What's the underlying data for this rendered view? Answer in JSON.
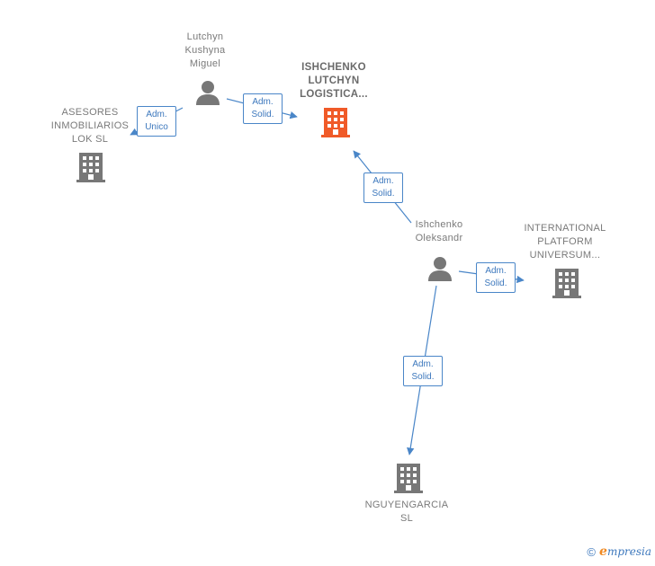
{
  "diagram": {
    "nodes": [
      {
        "id": "lutchyn",
        "type": "person",
        "label": "Lutchyn\nKushyna\nMiguel",
        "color": "#777777"
      },
      {
        "id": "ishchenko_lutchyn",
        "type": "company",
        "label": "ISHCHENKO\nLUTCHYN\nLOGISTICA...",
        "color": "#f05a28",
        "focus": true
      },
      {
        "id": "asesores",
        "type": "company",
        "label": "ASESORES\nINMOBILIARIOS\nLOK SL",
        "color": "#777777"
      },
      {
        "id": "oleksandr",
        "type": "person",
        "label": "Ishchenko\nOleksandr",
        "color": "#777777"
      },
      {
        "id": "international",
        "type": "company",
        "label": "INTERNATIONAL\nPLATFORM\nUNIVERSUM...",
        "color": "#777777"
      },
      {
        "id": "nguyengarcia",
        "type": "company",
        "label": "NGUYENGARCIA\nSL",
        "color": "#777777"
      }
    ],
    "edges": [
      {
        "from": "lutchyn",
        "to": "asesores",
        "label": "Adm.\nUnico"
      },
      {
        "from": "lutchyn",
        "to": "ishchenko_lutchyn",
        "label": "Adm.\nSolid."
      },
      {
        "from": "oleksandr",
        "to": "ishchenko_lutchyn",
        "label": "Adm.\nSolid."
      },
      {
        "from": "oleksandr",
        "to": "international",
        "label": "Adm.\nSolid."
      },
      {
        "from": "oleksandr",
        "to": "nguyengarcia",
        "label": "Adm.\nSolid."
      }
    ],
    "edge_color": "#4a86c8"
  },
  "footer": {
    "copyright": "©",
    "brand_initial": "e",
    "brand_rest": "mpresia"
  }
}
